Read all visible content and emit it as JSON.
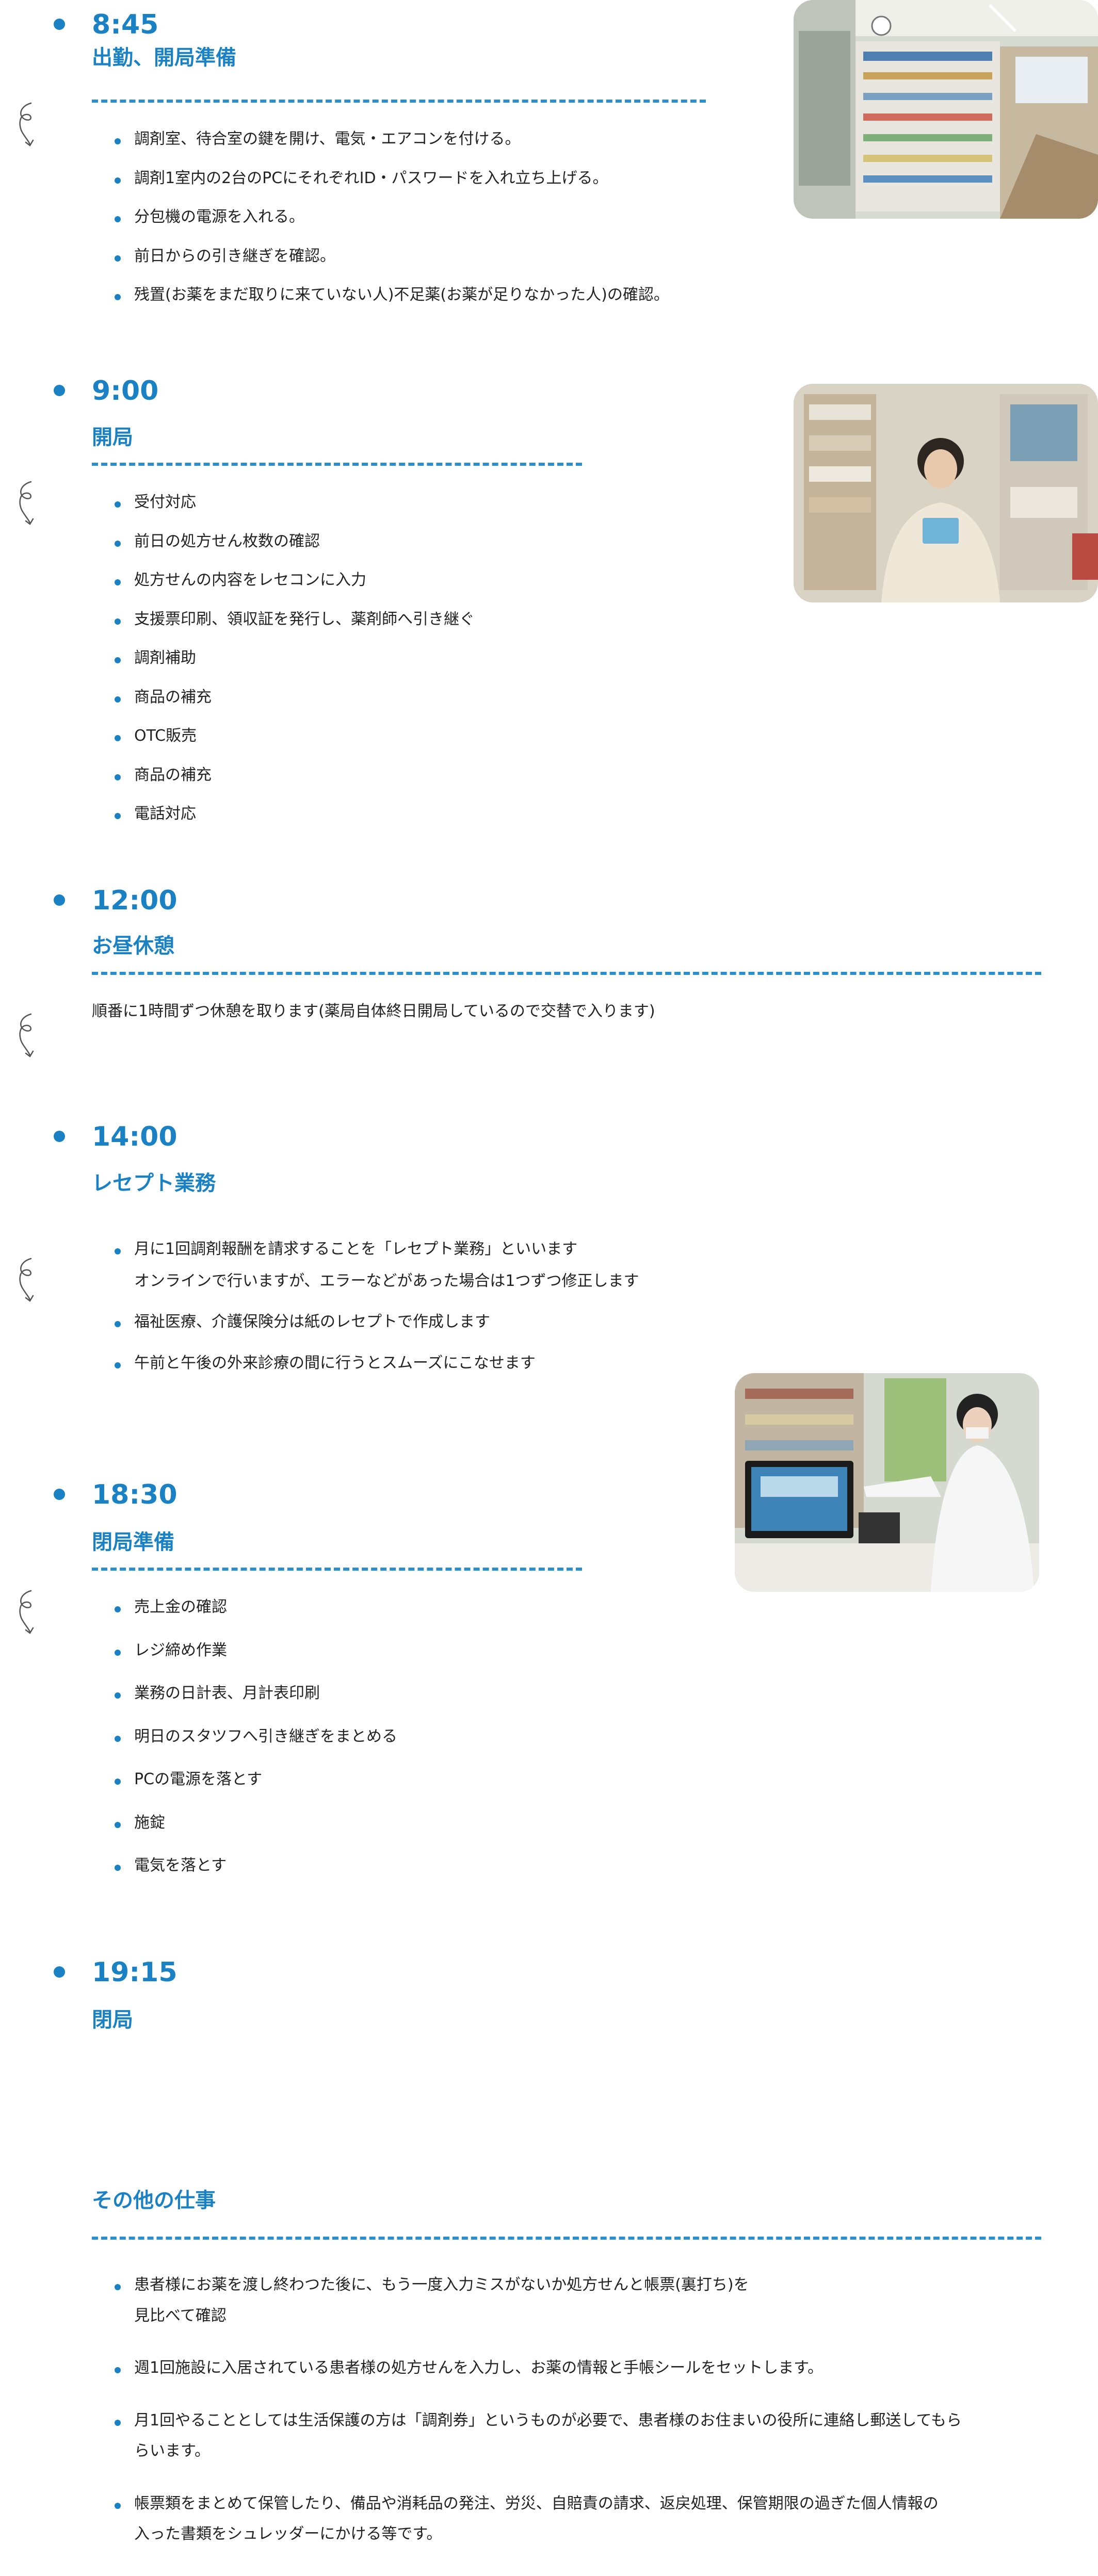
{
  "sections": [
    {
      "time": "8:45",
      "title": "出勤、開局準備",
      "items": [
        "調剤室、待合室の鍵を開け、電気・エアコンを付ける。",
        "調剤1室内の2台のPCにそれぞれID・パスワードを入れ立ち上げる。",
        "分包機の電源を入れる。",
        "前日からの引き継ぎを確認。",
        "残置(お薬をまだ取りに来ていない人)不足薬(お薬が足りなかった人)の確認。"
      ]
    },
    {
      "time": "9:00",
      "title": "開局",
      "items": [
        "受付対応",
        "前日の処方せん枚数の確認",
        "処方せんの内容をレセコンに入力",
        "支援票印刷、領収証を発行し、薬剤師へ引き継ぐ",
        "調剤補助",
        "商品の補充",
        "OTC販売",
        "商品の補充",
        "電話対応"
      ]
    },
    {
      "time": "12:00",
      "title": "お昼休憩",
      "text": "順番に1時間ずつ休憩を取ります(薬局自体終日開局しているので交替で入ります)"
    },
    {
      "time": "14:00",
      "title": "レセプト業務",
      "items": [
        "月に1回調剤報酬を請求することを「レセプト業務」といいます",
        "福祉医療、介護保険分は紙のレセプトで作成します",
        "午前と午後の外来診療の間に行うとスムーズにこなせます"
      ],
      "item1_line2": "オンラインで行いますが、エラーなどがあった場合は1つずつ修正します"
    },
    {
      "time": "18:30",
      "title": "閉局準備",
      "items": [
        "売上金の確認",
        "レジ締め作業",
        "業務の日計表、月計表印刷",
        "明日のスタツフへ引き継ぎをまとめる",
        "PCの電源を落とす",
        "施錠",
        "電気を落とす"
      ]
    },
    {
      "time": "19:15",
      "title": "閉局"
    }
  ],
  "other": {
    "title": "その他の仕事",
    "items": [
      {
        "line1": "患者様にお薬を渡し終わつた後に、もう一度入力ミスがないか処方せんと帳票(裏打ち)を",
        "line2": "見比べて確認"
      },
      {
        "line1": "週1回施設に入居されている患者様の処方せんを入力し、お薬の情報と手帳シールをセットします。",
        "line2": ""
      },
      {
        "line1": "月1回やることとしては生活保護の方は「調剤券」というものが必要で、患者様のお住まいの役所に連絡し郵送してもら",
        "line2": "らいます。"
      },
      {
        "line1": "帳票類をまとめて保管したり、備品や消耗品の発注、労災、自賠責の請求、返戻処理、保管期限の過ぎた個人情報の",
        "line2": "入った書類をシュレッダーにかける等です。"
      }
    ]
  },
  "colors": {
    "accent": "#1a82c4",
    "text": "#222222",
    "background": "#ffffff"
  }
}
